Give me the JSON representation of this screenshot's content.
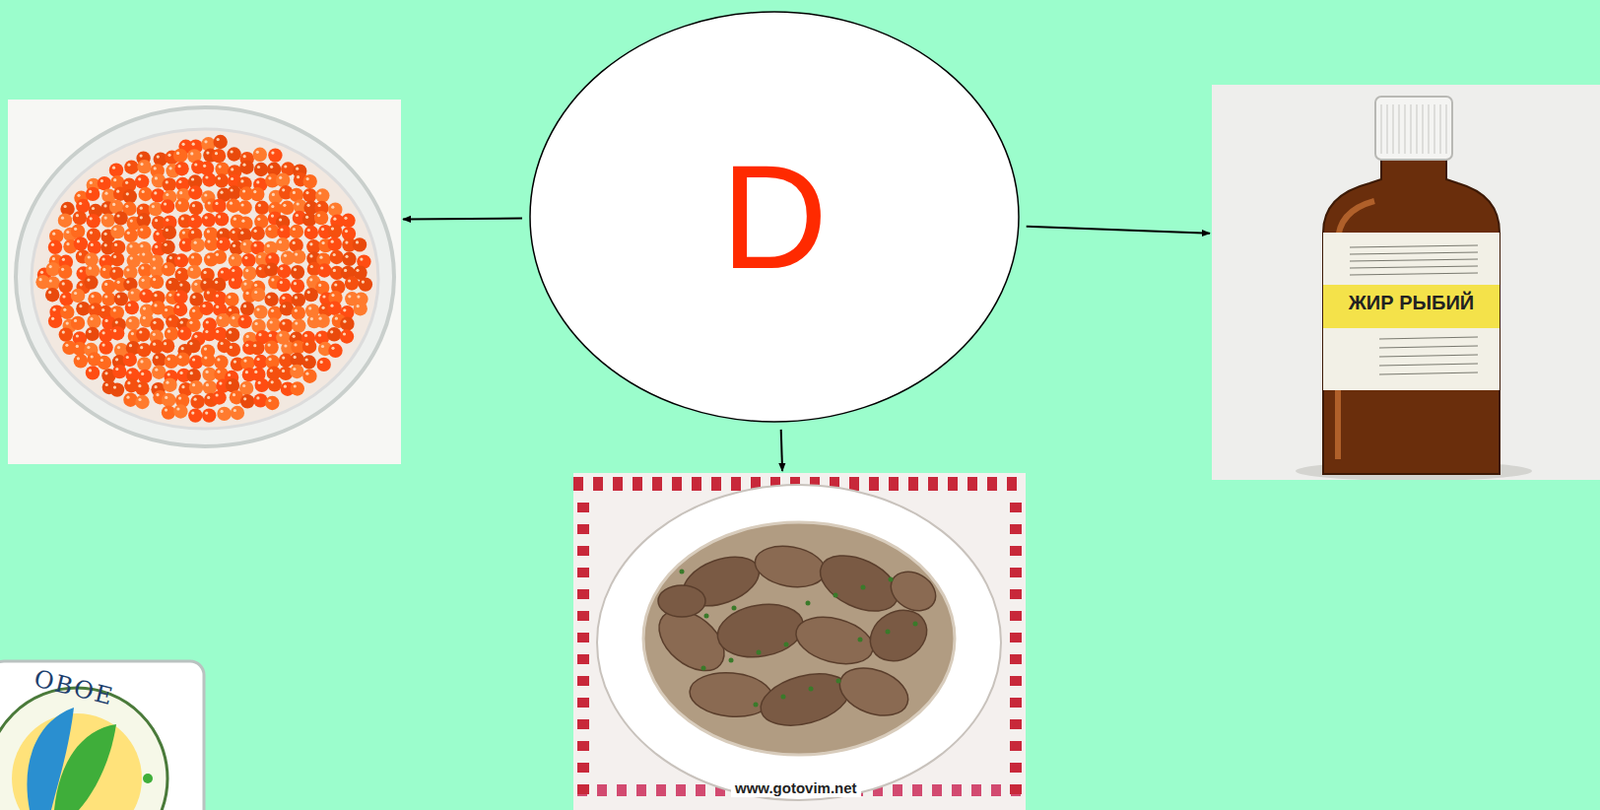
{
  "diagram": {
    "nodes": [
      {
        "text": [
          "D"
        ]
      },
      {
        "text": []
      },
      {
        "text": [
          "ЖИР РЫБИЙ"
        ]
      },
      {
        "text": [
          "www.gotovim.net"
        ]
      }
    ],
    "edges": [
      {
        "from": 0,
        "to": 1,
        "arrow": "to"
      },
      {
        "from": 0,
        "to": 2,
        "arrow": "to"
      },
      {
        "from": 0,
        "to": 3,
        "arrow": "to"
      }
    ],
    "labels": [
      "ОВОЕ"
    ]
  }
}
